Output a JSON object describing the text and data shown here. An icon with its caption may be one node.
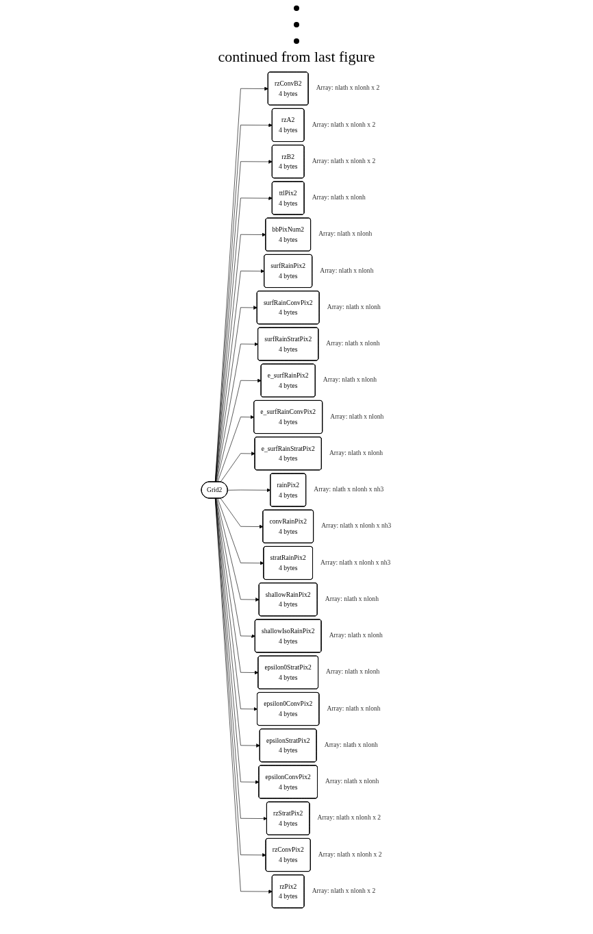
{
  "diagram": {
    "nodes": [
      {
        "text": [
          "Grid2"
        ]
      },
      {
        "text": [
          "rzConvB2",
          "4 bytes"
        ],
        "beside": [
          "Array: nlath x nlonh x 2"
        ]
      },
      {
        "text": [
          "rzA2",
          "4 bytes"
        ],
        "beside": [
          "Array: nlath x nlonh x 2"
        ]
      },
      {
        "text": [
          "rzB2",
          "4 bytes"
        ],
        "beside": [
          "Array: nlath x nlonh x 2"
        ]
      },
      {
        "text": [
          "ttlPix2",
          "4 bytes"
        ],
        "beside": [
          "Array: nlath x nlonh"
        ]
      },
      {
        "text": [
          "bbPixNum2",
          "4 bytes"
        ],
        "beside": [
          "Array: nlath x nlonh"
        ]
      },
      {
        "text": [
          "surfRainPix2",
          "4 bytes"
        ],
        "beside": [
          "Array: nlath x nlonh"
        ]
      },
      {
        "text": [
          "surfRainConvPix2",
          "4 bytes"
        ],
        "beside": [
          "Array: nlath x nlonh"
        ]
      },
      {
        "text": [
          "surfRainStratPix2",
          "4 bytes"
        ],
        "beside": [
          "Array: nlath x nlonh"
        ]
      },
      {
        "text": [
          "e_surfRainPix2",
          "4 bytes"
        ],
        "beside": [
          "Array: nlath x nlonh"
        ]
      },
      {
        "text": [
          "e_surfRainConvPix2",
          "4 bytes"
        ],
        "beside": [
          "Array: nlath x nlonh"
        ]
      },
      {
        "text": [
          "e_surfRainStratPix2",
          "4 bytes"
        ],
        "beside": [
          "Array: nlath x nlonh"
        ]
      },
      {
        "text": [
          "rainPix2",
          "4 bytes"
        ],
        "beside": [
          "Array: nlath x nlonh x nh3"
        ]
      },
      {
        "text": [
          "convRainPix2",
          "4 bytes"
        ],
        "beside": [
          "Array: nlath x nlonh x nh3"
        ]
      },
      {
        "text": [
          "stratRainPix2",
          "4 bytes"
        ],
        "beside": [
          "Array: nlath x nlonh x nh3"
        ]
      },
      {
        "text": [
          "shallowRainPix2",
          "4 bytes"
        ],
        "beside": [
          "Array: nlath x nlonh"
        ]
      },
      {
        "text": [
          "shallowIsoRainPix2",
          "4 bytes"
        ],
        "beside": [
          "Array: nlath x nlonh"
        ]
      },
      {
        "text": [
          "epsilon0StratPix2",
          "4 bytes"
        ],
        "beside": [
          "Array: nlath x nlonh"
        ]
      },
      {
        "text": [
          "epsilon0ConvPix2",
          "4 bytes"
        ],
        "beside": [
          "Array: nlath x nlonh"
        ]
      },
      {
        "text": [
          "epsilonStratPix2",
          "4 bytes"
        ],
        "beside": [
          "Array: nlath x nlonh"
        ]
      },
      {
        "text": [
          "epsilonConvPix2",
          "4 bytes"
        ],
        "beside": [
          "Array: nlath x nlonh"
        ]
      },
      {
        "text": [
          "rzStratPix2",
          "4 bytes"
        ],
        "beside": [
          "Array: nlath x nlonh x 2"
        ]
      },
      {
        "text": [
          "rzConvPix2",
          "4 bytes"
        ],
        "beside": [
          "Array: nlath x nlonh x 2"
        ]
      },
      {
        "text": [
          "rzPix2",
          "4 bytes"
        ],
        "beside": [
          "Array: nlath x nlonh x 2"
        ]
      }
    ],
    "edges": [
      {
        "from": 0,
        "to": 1,
        "arrow": "to"
      },
      {
        "from": 0,
        "to": 2,
        "arrow": "to"
      },
      {
        "from": 0,
        "to": 3,
        "arrow": "to"
      },
      {
        "from": 0,
        "to": 4,
        "arrow": "to"
      },
      {
        "from": 0,
        "to": 5,
        "arrow": "to"
      },
      {
        "from": 0,
        "to": 6,
        "arrow": "to"
      },
      {
        "from": 0,
        "to": 7,
        "arrow": "to"
      },
      {
        "from": 0,
        "to": 8,
        "arrow": "to"
      },
      {
        "from": 0,
        "to": 9,
        "arrow": "to"
      },
      {
        "from": 0,
        "to": 10,
        "arrow": "to"
      },
      {
        "from": 0,
        "to": 11,
        "arrow": "to"
      },
      {
        "from": 0,
        "to": 12,
        "arrow": "to"
      },
      {
        "from": 0,
        "to": 13,
        "arrow": "to"
      },
      {
        "from": 0,
        "to": 14,
        "arrow": "to"
      },
      {
        "from": 0,
        "to": 15,
        "arrow": "to"
      },
      {
        "from": 0,
        "to": 16,
        "arrow": "to"
      },
      {
        "from": 0,
        "to": 17,
        "arrow": "to"
      },
      {
        "from": 0,
        "to": 18,
        "arrow": "to"
      },
      {
        "from": 0,
        "to": 19,
        "arrow": "to"
      },
      {
        "from": 0,
        "to": 20,
        "arrow": "to"
      },
      {
        "from": 0,
        "to": 21,
        "arrow": "to"
      },
      {
        "from": 0,
        "to": 22,
        "arrow": "to"
      },
      {
        "from": 0,
        "to": 23,
        "arrow": "to"
      }
    ],
    "labels": [
      "continued from last figure"
    ]
  }
}
